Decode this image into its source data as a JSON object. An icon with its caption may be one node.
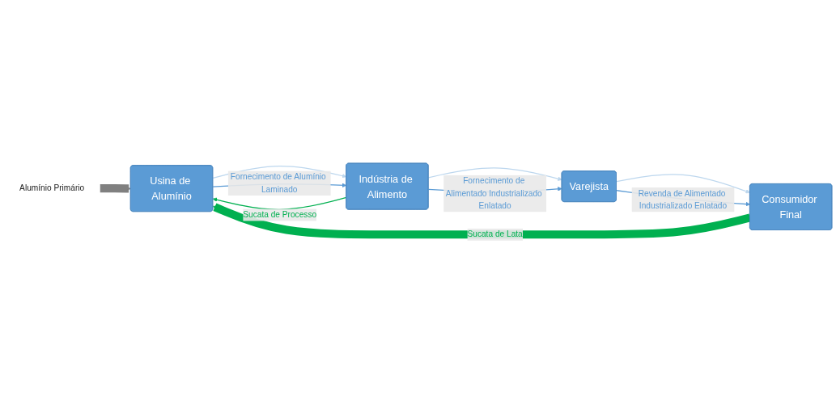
{
  "diagram": {
    "nodes": [
      {
        "text": [
          "Usina de Alumínio"
        ]
      },
      {
        "text": [
          "Indústria de Alimento"
        ]
      },
      {
        "text": [
          "Varejista"
        ]
      },
      {
        "text": [
          "Consumidor Final"
        ]
      },
      {
        "text": [
          "Alumínio Primário"
        ]
      }
    ],
    "edges": [
      {
        "from": 4,
        "to": 0,
        "arrow": "to",
        "style": "thick",
        "color": "#808080"
      },
      {
        "from": 0,
        "to": 1,
        "arrow": "to",
        "color": "#bdd7ee"
      },
      {
        "from": 1,
        "to": 2,
        "arrow": "to",
        "color": "#bdd7ee"
      },
      {
        "from": 2,
        "to": 3,
        "arrow": "to",
        "color": "#bdd7ee"
      },
      {
        "from": 0,
        "to": 1,
        "arrow": "to",
        "label": "Fornecimento de Alumínio Laminado",
        "color": "#5b9bd5"
      },
      {
        "from": 1,
        "to": 2,
        "arrow": "to",
        "label": "Fornecimento de Alimentado Industrializado Enlatado",
        "color": "#5b9bd5"
      },
      {
        "from": 2,
        "to": 3,
        "arrow": "to",
        "label": "Revenda de Alimentado Industrializado Enlatado",
        "color": "#5b9bd5"
      },
      {
        "from": 1,
        "to": 0,
        "arrow": "to",
        "label": "Sucata de Processo",
        "color": "#00b050"
      },
      {
        "from": 3,
        "to": 0,
        "arrow": "to",
        "label": "Sucata de Lata",
        "style": "thick",
        "color": "#00b050"
      }
    ]
  }
}
